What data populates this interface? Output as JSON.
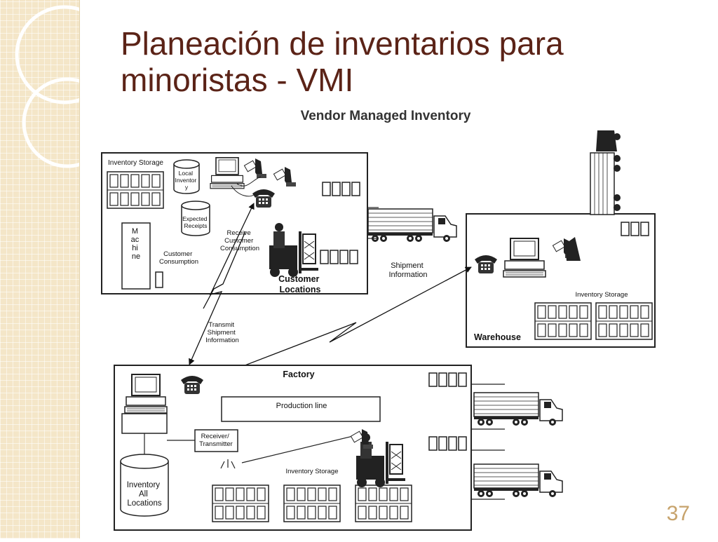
{
  "slide": {
    "title_line1": "Planeación de inventarios para",
    "title_line2": "minoristas - VMI",
    "page_number": "37"
  },
  "diagram": {
    "title": "Vendor Managed Inventory",
    "customer": {
      "inventory_storage": "Inventory Storage",
      "local_inventory": [
        "Local",
        "Inventor",
        "y"
      ],
      "expected_receipts": [
        "Expected",
        "Receipts"
      ],
      "machine": [
        "M",
        "ac",
        "hi",
        "ne"
      ],
      "customer_consumption": [
        "Customer",
        "Consumption"
      ],
      "receive_consumption": [
        "Receive",
        "Customer",
        "Consumption"
      ],
      "location_label": [
        "Customer",
        "Locations"
      ]
    },
    "shipment_information": [
      "Shipment",
      "Information"
    ],
    "transmit_shipment": [
      "Transmit",
      "Shipment",
      "Information"
    ],
    "warehouse": {
      "inventory_storage": "Inventory Storage",
      "label": "Warehouse"
    },
    "factory": {
      "label": "Factory",
      "production_line": "Production line",
      "receiver": [
        "Receiver/",
        "Transmitter"
      ],
      "inventory_all": [
        "Inventory",
        "All",
        "Locations"
      ],
      "inventory_storage": "Inventory Storage"
    }
  }
}
